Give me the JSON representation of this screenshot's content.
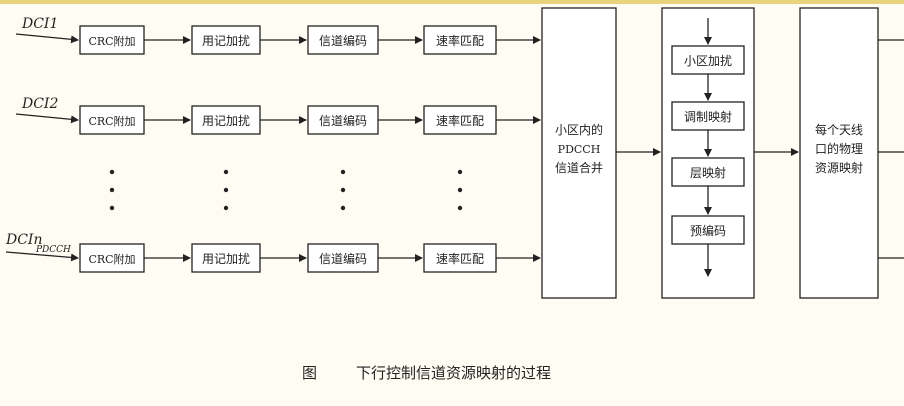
{
  "inputs": [
    "DCI1",
    "DCI2",
    "DCIn",
    "PDCCH"
  ],
  "chain": [
    "CRC附加",
    "用记加扰",
    "信道编码",
    "速率匹配"
  ],
  "merge": [
    "小区内的",
    "PDCCH",
    "信道合并"
  ],
  "modulation": [
    "小区加扰",
    "调制映射",
    "层映射",
    "预编码"
  ],
  "resource": [
    "每个天线",
    "口的物理",
    "资源映射"
  ],
  "caption": {
    "label": "图",
    "title": "下行控制信道资源映射的过程"
  }
}
